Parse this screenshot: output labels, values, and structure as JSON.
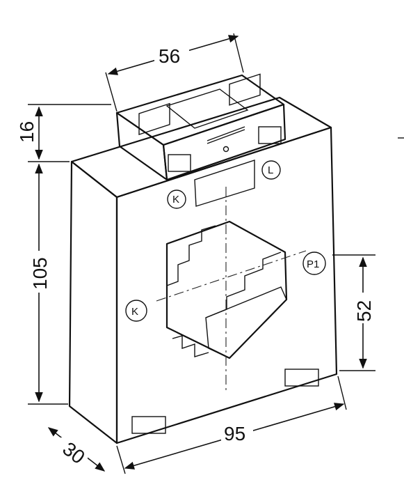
{
  "dimensions": {
    "top_width": "56",
    "top_height": "16",
    "body_height": "105",
    "window_height": "52",
    "body_width": "95",
    "depth": "30"
  },
  "markings": {
    "k_top": "K",
    "l_top": "L",
    "k_side": "K",
    "p1": "P1"
  },
  "colors": {
    "face": "#d3d3d3",
    "side": "#c2c2c2",
    "top": "#e6e6e6",
    "line": "#111111"
  }
}
